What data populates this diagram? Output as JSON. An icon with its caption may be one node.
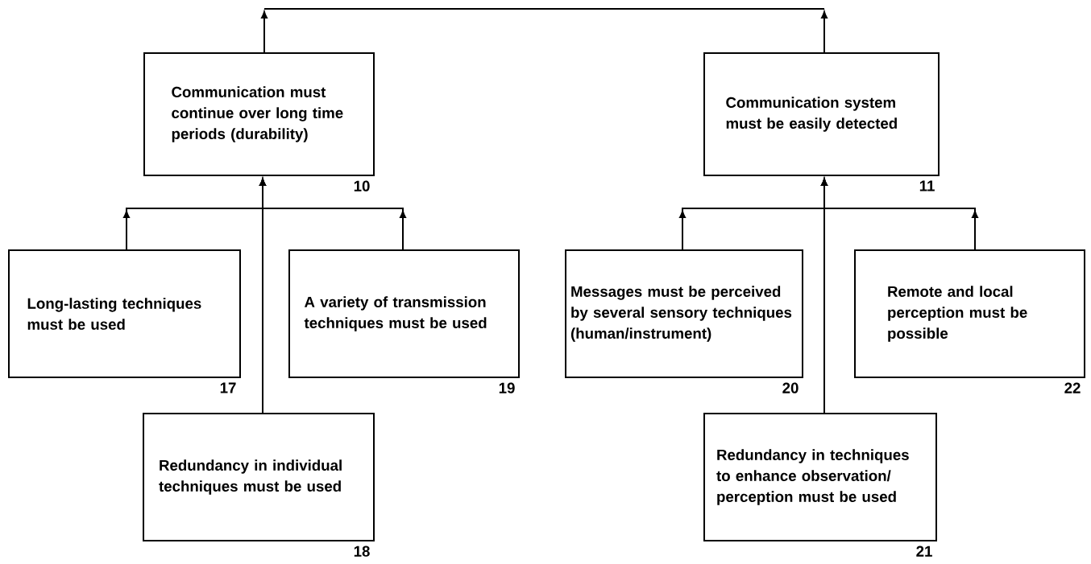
{
  "diagram": {
    "nodes": [
      {
        "text": [
          "Communication must continue over long time periods (durability)"
        ],
        "beside": [
          "10"
        ]
      },
      {
        "text": [
          "Communication system must be easily detected"
        ],
        "beside": [
          "11"
        ]
      },
      {
        "text": [
          "Long-lasting techniques must be used"
        ],
        "beside": [
          "17"
        ]
      },
      {
        "text": [
          "A variety of transmission techniques must be used"
        ],
        "beside": [
          "19"
        ]
      },
      {
        "text": [
          "Messages must be perceived by several sensory techniques (human/instrument)"
        ],
        "beside": [
          "20"
        ]
      },
      {
        "text": [
          "Remote and local perception must be possible"
        ],
        "beside": [
          "22"
        ]
      },
      {
        "text": [
          "Redundancy in individual techniques must be used"
        ],
        "beside": [
          "18"
        ]
      },
      {
        "text": [
          "Redundancy in techniques to enhance observation/ perception must be used"
        ],
        "beside": [
          "21"
        ]
      }
    ],
    "edges": [
      {
        "from": 0,
        "to": null,
        "arrow": "to"
      },
      {
        "from": 1,
        "to": null,
        "arrow": "to"
      },
      {
        "from": 2,
        "to": 0,
        "arrow": "to"
      },
      {
        "from": 3,
        "to": 0,
        "arrow": "to"
      },
      {
        "from": 6,
        "to": 0,
        "arrow": "to"
      },
      {
        "from": 4,
        "to": 1,
        "arrow": "to"
      },
      {
        "from": 5,
        "to": 1,
        "arrow": "to"
      },
      {
        "from": 7,
        "to": 1,
        "arrow": "to"
      }
    ]
  }
}
